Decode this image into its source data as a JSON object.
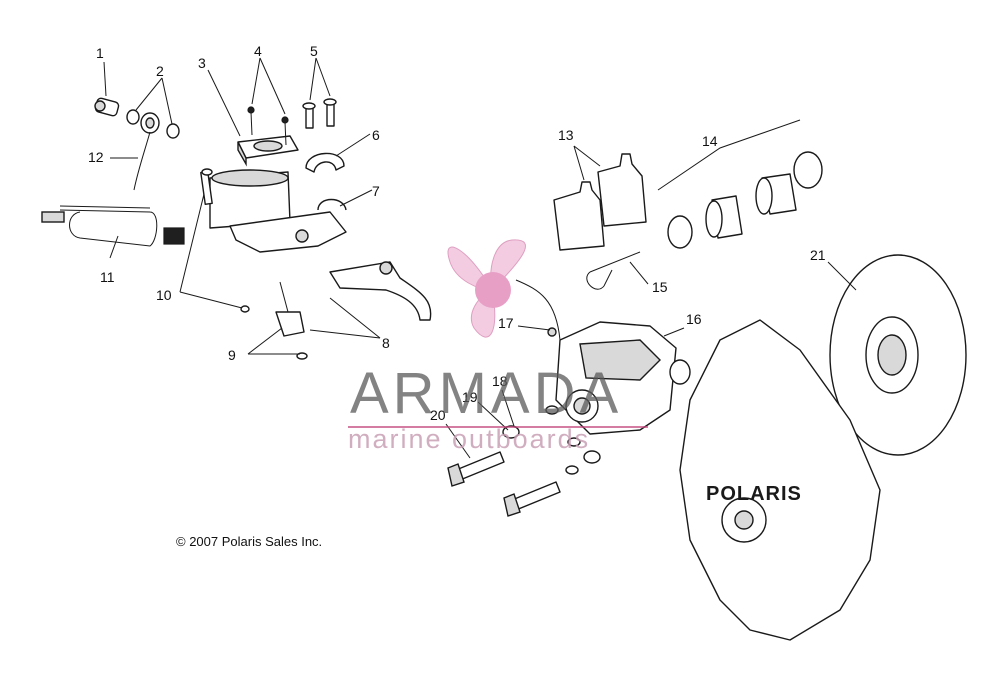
{
  "diagram": {
    "callouts": [
      {
        "id": "1",
        "label": "1"
      },
      {
        "id": "2",
        "label": "2"
      },
      {
        "id": "3",
        "label": "3"
      },
      {
        "id": "4",
        "label": "4"
      },
      {
        "id": "5",
        "label": "5"
      },
      {
        "id": "6",
        "label": "6"
      },
      {
        "id": "7",
        "label": "7"
      },
      {
        "id": "8",
        "label": "8"
      },
      {
        "id": "9",
        "label": "9"
      },
      {
        "id": "10",
        "label": "10"
      },
      {
        "id": "11",
        "label": "11"
      },
      {
        "id": "12",
        "label": "12"
      },
      {
        "id": "13",
        "label": "13"
      },
      {
        "id": "14",
        "label": "14"
      },
      {
        "id": "15",
        "label": "15"
      },
      {
        "id": "16",
        "label": "16"
      },
      {
        "id": "17",
        "label": "17"
      },
      {
        "id": "18",
        "label": "18"
      },
      {
        "id": "19",
        "label": "19"
      },
      {
        "id": "20",
        "label": "20"
      },
      {
        "id": "21",
        "label": "21"
      }
    ],
    "copyright": "© 2007 Polaris Sales Inc.",
    "cover_brand": "POLARIS"
  },
  "watermark": {
    "title": "ARMADA",
    "subtitle": "marine outboards",
    "accent_color": "#e8a0c8",
    "accent_dark": "#c3457a"
  }
}
